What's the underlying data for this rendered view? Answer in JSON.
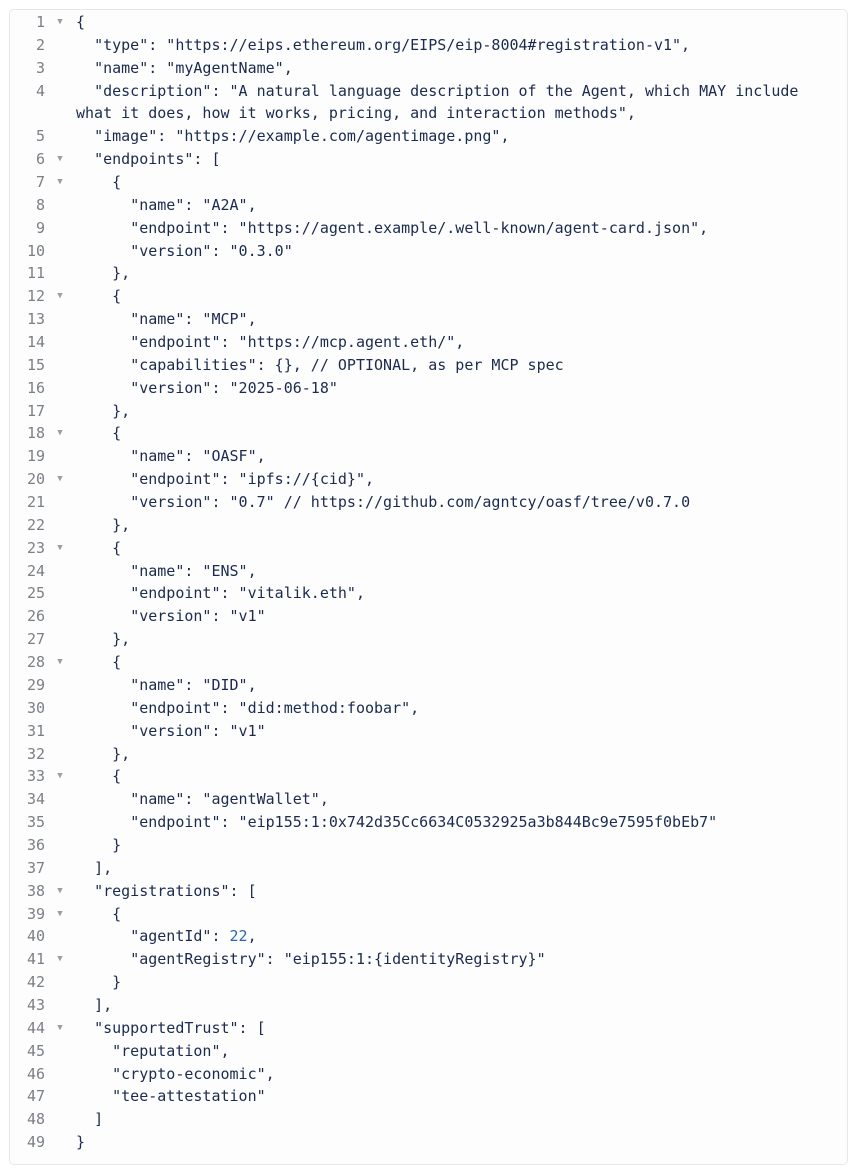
{
  "editor": {
    "fold_icon": "▼",
    "lines": [
      {
        "n": "1",
        "fold": true,
        "text": "{"
      },
      {
        "n": "2",
        "fold": false,
        "text": "  \"type\": \"https://eips.ethereum.org/EIPS/eip-8004#registration-v1\","
      },
      {
        "n": "3",
        "fold": false,
        "text": "  \"name\": \"myAgentName\","
      },
      {
        "n": "4",
        "fold": false,
        "wrap": true,
        "text": "  \"description\": \"A natural language description of the Agent, which MAY include what it does, how it works, pricing, and interaction methods\","
      },
      {
        "n": "5",
        "fold": false,
        "text": "  \"image\": \"https://example.com/agentimage.png\","
      },
      {
        "n": "6",
        "fold": true,
        "text": "  \"endpoints\": ["
      },
      {
        "n": "7",
        "fold": true,
        "text": "    {"
      },
      {
        "n": "8",
        "fold": false,
        "text": "      \"name\": \"A2A\","
      },
      {
        "n": "9",
        "fold": false,
        "text": "      \"endpoint\": \"https://agent.example/.well-known/agent-card.json\","
      },
      {
        "n": "10",
        "fold": false,
        "text": "      \"version\": \"0.3.0\""
      },
      {
        "n": "11",
        "fold": false,
        "text": "    },"
      },
      {
        "n": "12",
        "fold": true,
        "text": "    {"
      },
      {
        "n": "13",
        "fold": false,
        "text": "      \"name\": \"MCP\","
      },
      {
        "n": "14",
        "fold": false,
        "text": "      \"endpoint\": \"https://mcp.agent.eth/\","
      },
      {
        "n": "15",
        "fold": false,
        "text": "      \"capabilities\": {}, // OPTIONAL, as per MCP spec"
      },
      {
        "n": "16",
        "fold": false,
        "text": "      \"version\": \"2025-06-18\""
      },
      {
        "n": "17",
        "fold": false,
        "text": "    },"
      },
      {
        "n": "18",
        "fold": true,
        "text": "    {"
      },
      {
        "n": "19",
        "fold": false,
        "text": "      \"name\": \"OASF\","
      },
      {
        "n": "20",
        "fold": true,
        "text": "      \"endpoint\": \"ipfs://{cid}\","
      },
      {
        "n": "21",
        "fold": false,
        "text": "      \"version\": \"0.7\" // https://github.com/agntcy/oasf/tree/v0.7.0"
      },
      {
        "n": "22",
        "fold": false,
        "text": "    },"
      },
      {
        "n": "23",
        "fold": true,
        "text": "    {"
      },
      {
        "n": "24",
        "fold": false,
        "text": "      \"name\": \"ENS\","
      },
      {
        "n": "25",
        "fold": false,
        "text": "      \"endpoint\": \"vitalik.eth\","
      },
      {
        "n": "26",
        "fold": false,
        "text": "      \"version\": \"v1\""
      },
      {
        "n": "27",
        "fold": false,
        "text": "    },"
      },
      {
        "n": "28",
        "fold": true,
        "text": "    {"
      },
      {
        "n": "29",
        "fold": false,
        "text": "      \"name\": \"DID\","
      },
      {
        "n": "30",
        "fold": false,
        "text": "      \"endpoint\": \"did:method:foobar\","
      },
      {
        "n": "31",
        "fold": false,
        "text": "      \"version\": \"v1\""
      },
      {
        "n": "32",
        "fold": false,
        "text": "    },"
      },
      {
        "n": "33",
        "fold": true,
        "text": "    {"
      },
      {
        "n": "34",
        "fold": false,
        "text": "      \"name\": \"agentWallet\","
      },
      {
        "n": "35",
        "fold": false,
        "text": "      \"endpoint\": \"eip155:1:0x742d35Cc6634C0532925a3b844Bc9e7595f0bEb7\""
      },
      {
        "n": "36",
        "fold": false,
        "text": "    }"
      },
      {
        "n": "37",
        "fold": false,
        "text": "  ],"
      },
      {
        "n": "38",
        "fold": true,
        "text": "  \"registrations\": ["
      },
      {
        "n": "39",
        "fold": true,
        "text": "    {"
      },
      {
        "n": "40",
        "fold": false,
        "pre": "      \"agentId\": ",
        "num": "22",
        "post": ","
      },
      {
        "n": "41",
        "fold": true,
        "text": "      \"agentRegistry\": \"eip155:1:{identityRegistry}\""
      },
      {
        "n": "42",
        "fold": false,
        "text": "    }"
      },
      {
        "n": "43",
        "fold": false,
        "text": "  ],"
      },
      {
        "n": "44",
        "fold": true,
        "text": "  \"supportedTrust\": ["
      },
      {
        "n": "45",
        "fold": false,
        "text": "    \"reputation\","
      },
      {
        "n": "46",
        "fold": false,
        "text": "    \"crypto-economic\","
      },
      {
        "n": "47",
        "fold": false,
        "text": "    \"tee-attestation\""
      },
      {
        "n": "48",
        "fold": false,
        "text": "  ]"
      },
      {
        "n": "49",
        "fold": false,
        "text": "}"
      }
    ]
  }
}
